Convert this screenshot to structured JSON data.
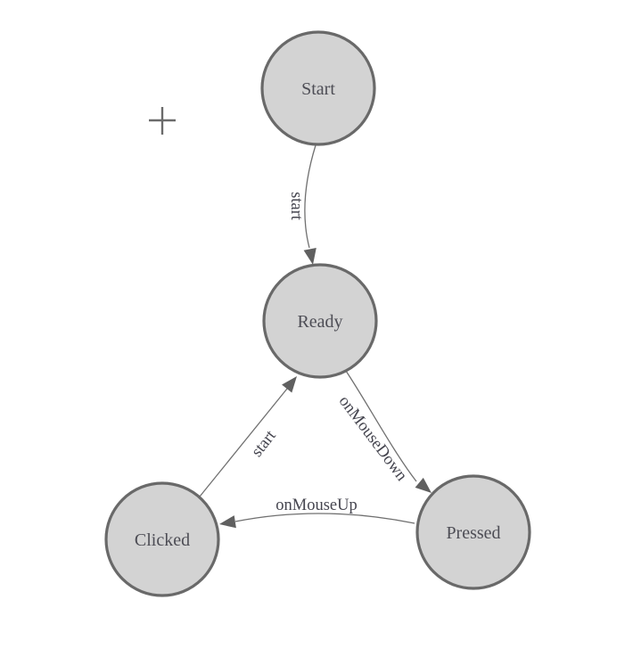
{
  "diagram": {
    "type": "state-machine",
    "background": "#ffffff"
  },
  "nodes": [
    {
      "id": "start",
      "label": "Start"
    },
    {
      "id": "ready",
      "label": "Ready"
    },
    {
      "id": "pressed",
      "label": "Pressed"
    },
    {
      "id": "clicked",
      "label": "Clicked"
    }
  ],
  "edges": [
    {
      "from": "Start",
      "to": "Ready",
      "label": "start"
    },
    {
      "from": "Ready",
      "to": "Pressed",
      "label": "onMouseDown"
    },
    {
      "from": "Pressed",
      "to": "Clicked",
      "label": "onMouseUp"
    },
    {
      "from": "Clicked",
      "to": "Ready",
      "label": "start"
    }
  ],
  "colors": {
    "node_fill": "#d3d3d3",
    "node_border": "#696969",
    "edge_line": "#707070",
    "arrowhead": "#606060",
    "node_text": "#4d4d55",
    "edge_text": "#45454f",
    "crosshair": "#6b6b6b",
    "background": "#ffffff"
  }
}
